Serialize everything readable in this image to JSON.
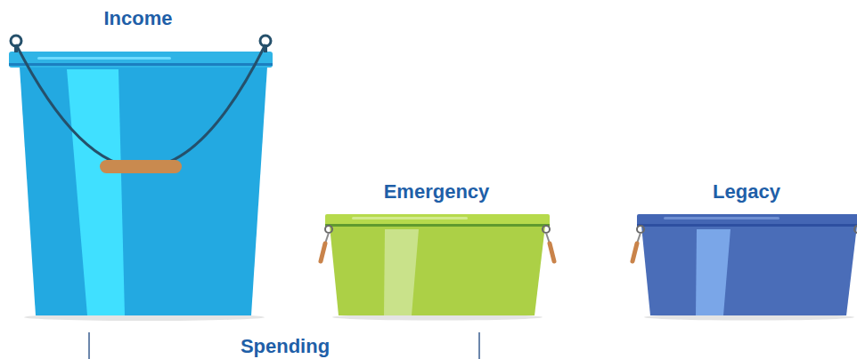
{
  "diagram": {
    "nodes": [
      {
        "text": [
          "Income"
        ]
      },
      {
        "text": [
          "Emergency"
        ]
      },
      {
        "text": [
          "Legacy"
        ]
      }
    ],
    "labels": [
      "Spending"
    ]
  }
}
